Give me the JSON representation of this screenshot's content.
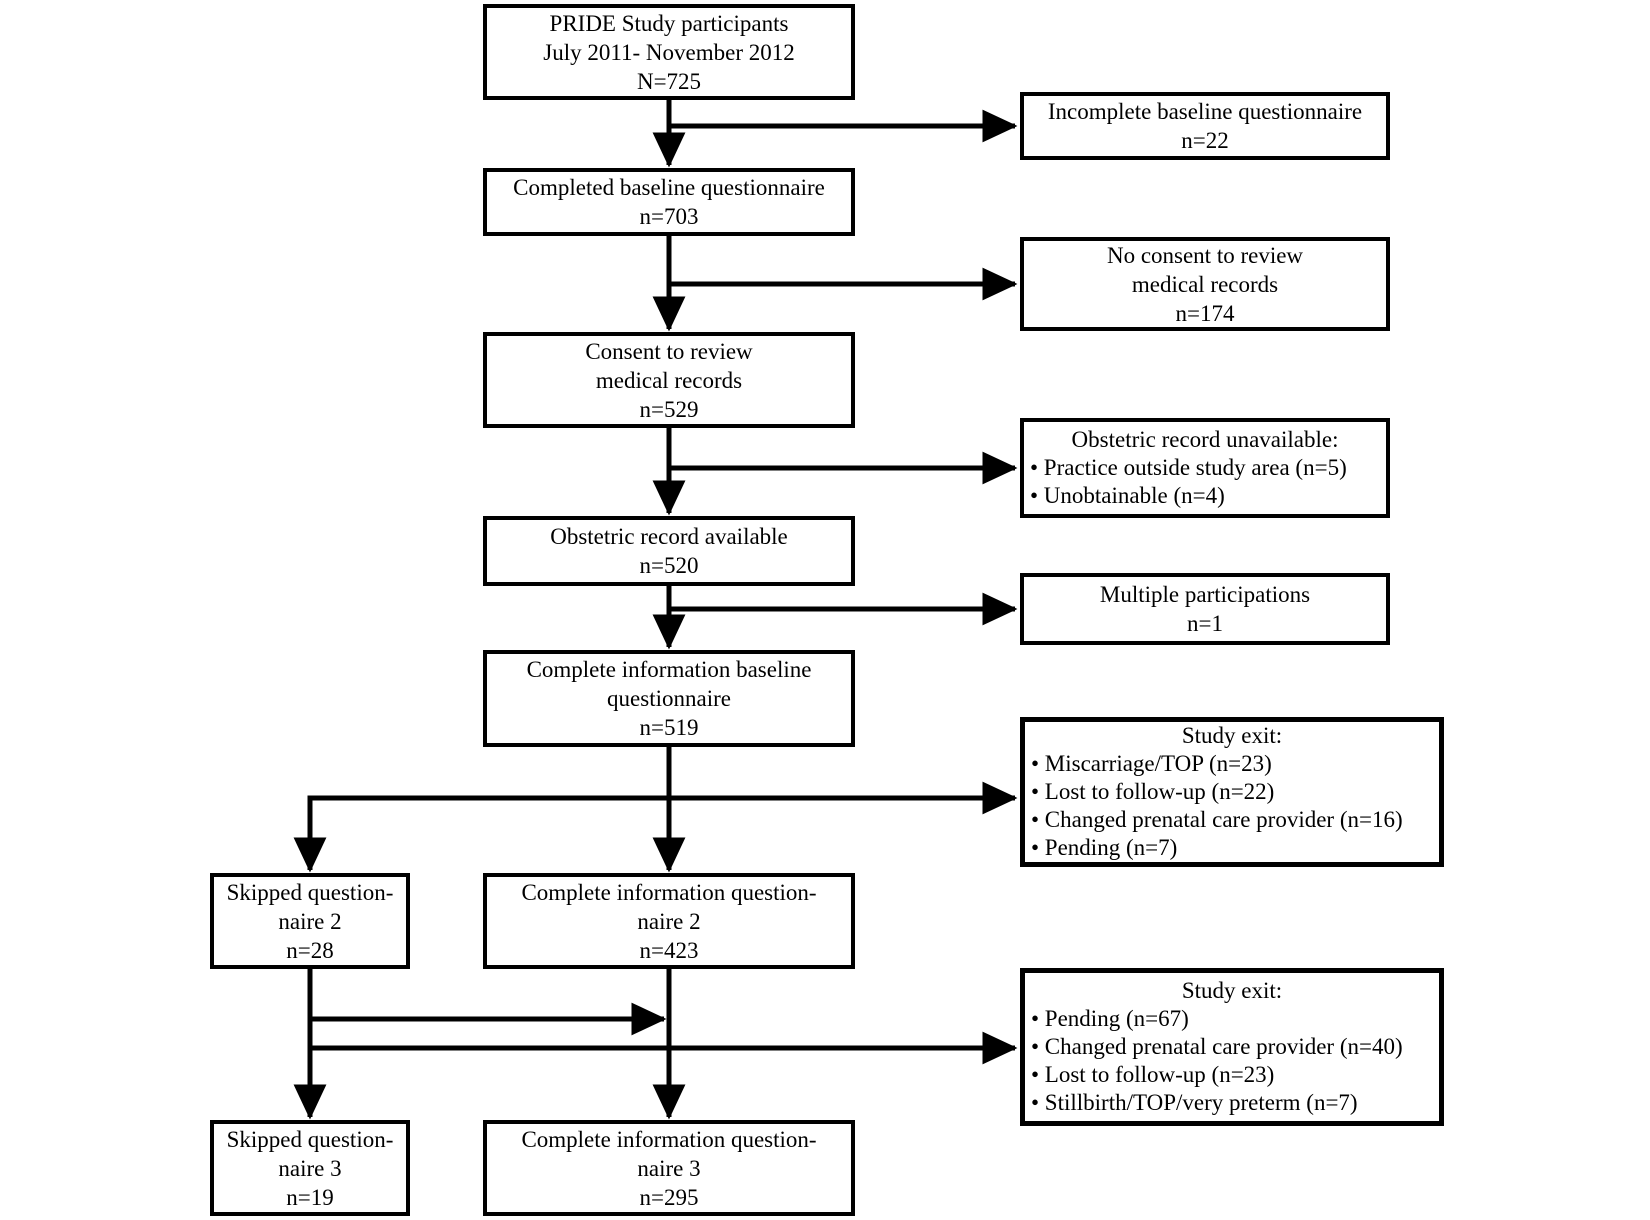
{
  "diagram": {
    "colors": {
      "line": "#000000",
      "background": "#ffffff",
      "text": "#000000"
    },
    "boxes": {
      "pride": {
        "lines": [
          "PRIDE Study participants",
          "July 2011- November 2012",
          "N=725"
        ]
      },
      "incomplete_baseline": {
        "lines": [
          "Incomplete baseline questionnaire",
          "n=22"
        ]
      },
      "completed_baseline": {
        "lines": [
          "Completed baseline questionnaire",
          "n=703"
        ]
      },
      "no_consent": {
        "lines": [
          "No consent to review",
          "medical records",
          "n=174"
        ]
      },
      "consent": {
        "lines": [
          "Consent to review",
          "medical records",
          "n=529"
        ]
      },
      "obstetric_unavailable": {
        "title": "Obstetric record unavailable:",
        "bullets": [
          "Practice outside study area (n=5)",
          "Unobtainable (n=4)"
        ]
      },
      "obstetric_available": {
        "lines": [
          "Obstetric record available",
          "n=520"
        ]
      },
      "multiple_participations": {
        "lines": [
          "Multiple participations",
          "n=1"
        ]
      },
      "complete_info_baseline": {
        "lines": [
          "Complete information baseline",
          "questionnaire",
          "n=519"
        ]
      },
      "study_exit_1": {
        "title": "Study exit:",
        "bullets": [
          "Miscarriage/TOP (n=23)",
          "Lost to follow-up (n=22)",
          "Changed prenatal care provider (n=16)",
          "Pending (n=7)"
        ]
      },
      "skipped_q2": {
        "lines": [
          "Skipped question-",
          "naire 2",
          "n=28"
        ]
      },
      "complete_q2": {
        "lines": [
          "Complete information question-",
          "naire 2",
          "n=423"
        ]
      },
      "study_exit_2": {
        "title": "Study exit:",
        "bullets": [
          "Pending (n=67)",
          "Changed prenatal care provider (n=40)",
          "Lost to follow-up (n=23)",
          "Stillbirth/TOP/very preterm (n=7)"
        ]
      },
      "skipped_q3": {
        "lines": [
          "Skipped question-",
          "naire 3",
          "n=19"
        ]
      },
      "complete_q3": {
        "lines": [
          "Complete information question-",
          "naire 3",
          "n=295"
        ]
      }
    }
  }
}
